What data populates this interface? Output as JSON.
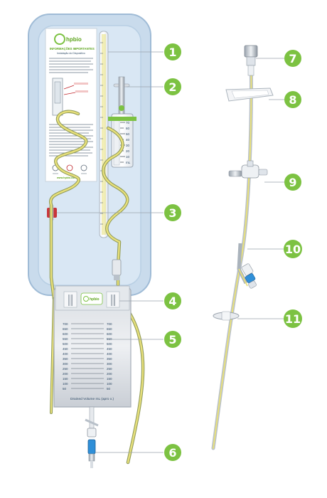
{
  "brand": {
    "logo_text": "hpbio",
    "bag_logo_text": "hpbio",
    "accent_color": "#7cc242",
    "tube_color": "#e8e07a",
    "panel_color": "#d7e6f3"
  },
  "instruction_card": {
    "title": "INFORMAÇÕES IMPORTANTES",
    "subtitle": "Instalação do Dispositivo",
    "footer_url": "www.hpbio.com.br"
  },
  "chamber": {
    "scale": [
      "70",
      "60",
      "50",
      "40",
      "30",
      "20",
      "10",
      "mL"
    ]
  },
  "bag": {
    "scale_left": [
      "700",
      "650",
      "600",
      "550",
      "500",
      "450",
      "400",
      "350",
      "300",
      "250",
      "200",
      "150",
      "100",
      "50"
    ],
    "scale_right": [
      "700",
      "650",
      "600",
      "550",
      "500",
      "450",
      "400",
      "350",
      "300",
      "250",
      "200",
      "150",
      "100",
      "50"
    ],
    "caption": "Drained Volume mL (apro x.)"
  },
  "callouts": [
    "1",
    "2",
    "3",
    "4",
    "5",
    "6",
    "7",
    "8",
    "9",
    "10",
    "11"
  ]
}
